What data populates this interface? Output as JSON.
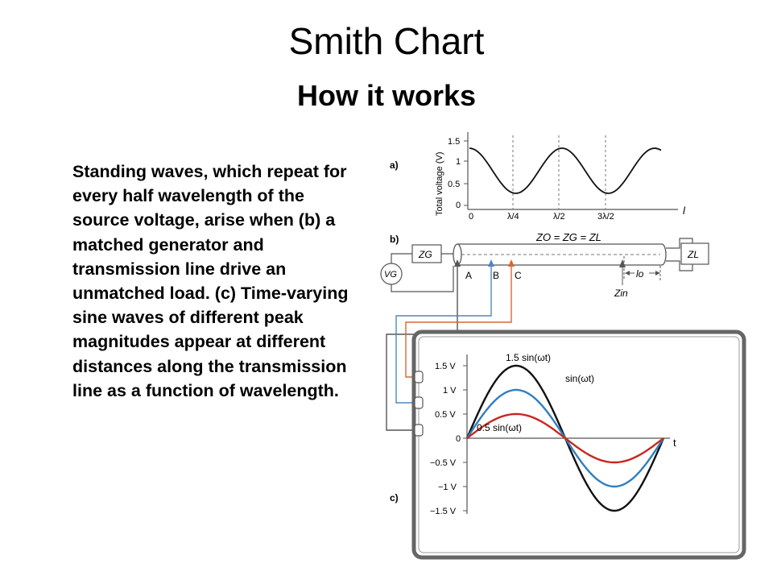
{
  "slide": {
    "title": "Smith Chart",
    "subtitle": "How it works",
    "body": "Standing waves, which repeat for every half wavelength of the source voltage, arise when (b) a matched generator and transmission line drive an unmatched load. (c) Time-varying sine waves of different peak magnitudes appear at different distances along the transmission line as a function of wavelength."
  },
  "figure": {
    "panel_a": {
      "label": "a)",
      "ylabel": "Total voltage (V)",
      "y_ticks": [
        "1.5",
        "1",
        "0.5",
        "0"
      ],
      "x_ticks": [
        "0",
        "λ/4",
        "λ/2",
        "3λ/2"
      ],
      "x_axis_label": "l"
    },
    "panel_b": {
      "label": "b)",
      "equation": "ZO = ZG = ZL",
      "generator_impedance": "ZG",
      "source": "VG",
      "load_impedance": "ZL",
      "points": [
        "A",
        "B",
        "C"
      ],
      "length_label": "lo",
      "input_impedance": "Zin"
    },
    "panel_c": {
      "label": "c)",
      "y_ticks": [
        "1.5 V",
        "1 V",
        "0.5 V",
        "0",
        "−0.5 V",
        "−1 V",
        "−1.5 V"
      ],
      "x_axis_label": "t",
      "curve_labels": [
        "1.5 sin(ωt)",
        "sin(ωt)",
        "0.5 sin(ωt)"
      ]
    },
    "colors": {
      "curve_large": "#111111",
      "curve_mid": "#2f7fc1",
      "curve_small": "#c8281e",
      "wire_b": "#4f86c6",
      "wire_c": "#d9663a",
      "gray": "#555555"
    }
  }
}
